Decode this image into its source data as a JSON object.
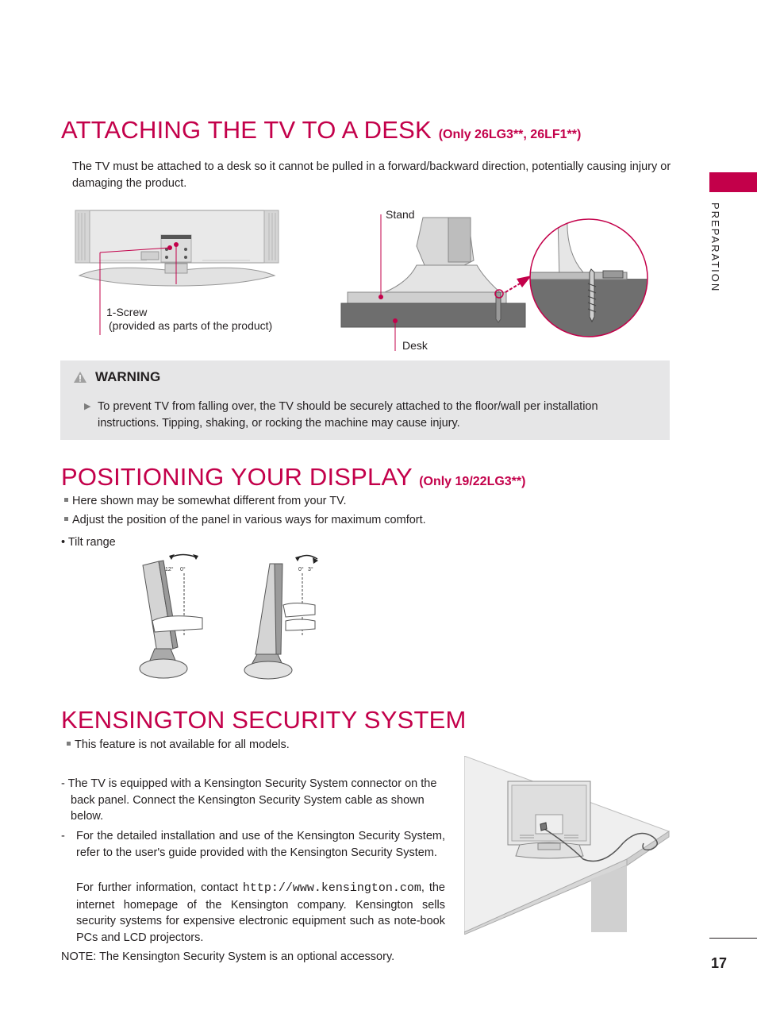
{
  "sidebar": {
    "label": "PREPARATION"
  },
  "page_number": "17",
  "desk_section": {
    "title": "ATTACHING THE TV TO A DESK",
    "title_note": "(Only 26LG3**, 26LF1**)",
    "intro": "The TV must be attached to a desk so it cannot be pulled in a forward/backward direction, potentially causing injury or damaging the product.",
    "labels": {
      "stand": "Stand",
      "screw": "1-Screw",
      "screw_note": "(provided as parts of the product)",
      "desk": "Desk"
    }
  },
  "warning": {
    "title": "WARNING",
    "text": "To prevent TV from falling over, the TV should be securely attached to the floor/wall per installation instructions. Tipping, shaking, or rocking the machine may cause injury."
  },
  "display_section": {
    "title": "POSITIONING YOUR DISPLAY",
    "title_note": "(Only 19/22LG3**)",
    "bullets": [
      "Here shown may be somewhat different from your TV.",
      "Adjust the position of the panel in various ways for maximum comfort."
    ],
    "tilt_label": "• Tilt range",
    "angles": {
      "back": "12°",
      "zero": "0°",
      "zero2": "0°",
      "fwd": "3°"
    }
  },
  "kensington_section": {
    "title": "KENSINGTON SECURITY SYSTEM",
    "bullet": "This feature is not available for all models.",
    "para1": "- The TV is equipped with a Kensington Security System connector on the back panel. Connect the Kensington Security System cable as shown below.",
    "para2_dash": "-",
    "para2": "For the detailed installation and use of the Kensington Security System, refer to the user's guide provided with the Kensington Security System.",
    "para3_pre": "For further information, contact",
    "url": "http://www.kensington.com",
    "para3_post": ", the internet homepage of the Kensington company. Kensington sells security systems for expensive electronic equipment such as note-book PCs and LCD projectors.",
    "note": "NOTE: The Kensington Security System is an optional accessory."
  }
}
